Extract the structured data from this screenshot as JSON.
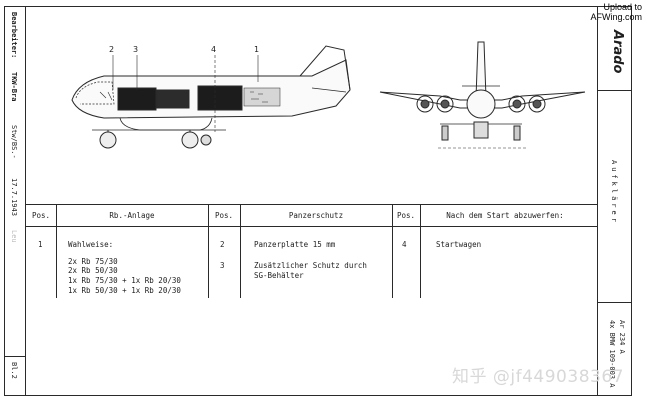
{
  "upload": {
    "line1": "Upload to",
    "line2": "AFWing.com"
  },
  "left_margin": {
    "bearbeiter": "Bearbeiter:",
    "initials": "TKW-Bra",
    "dept": "Stw/BS.-",
    "date": "17.7.1943",
    "faded": "Leu",
    "sheet": "Bl.2"
  },
  "title_block": {
    "brand": "Arado",
    "role": "Aufklärer",
    "model_line1": "Ar 234 A",
    "model_line2": "4x BMW 109-003 A"
  },
  "callouts": [
    "2",
    "3",
    "4",
    "1"
  ],
  "table": {
    "headers": [
      "Pos.",
      "Rb.-Anlage",
      "Pos.",
      "Panzerschutz",
      "Pos.",
      "Nach dem Start abzuwerfen:"
    ],
    "row": {
      "pos1": "1",
      "rb_title": "Wahlweise:",
      "rb_lines": [
        "2x Rb 75/30",
        "2x Rb 50/30",
        "1x Rb 75/30 + 1x Rb 20/30",
        "1x Rb 50/30 + 1x Rb 20/30"
      ],
      "pos2": "2",
      "armor1": "Panzerplatte 15 mm",
      "pos3": "3",
      "armor2_lines": [
        "Zusätzlicher Schutz durch",
        "SG-Behälter"
      ],
      "pos4": "4",
      "drop": "Startwagen"
    }
  },
  "watermark": "知乎 @jf449038367"
}
